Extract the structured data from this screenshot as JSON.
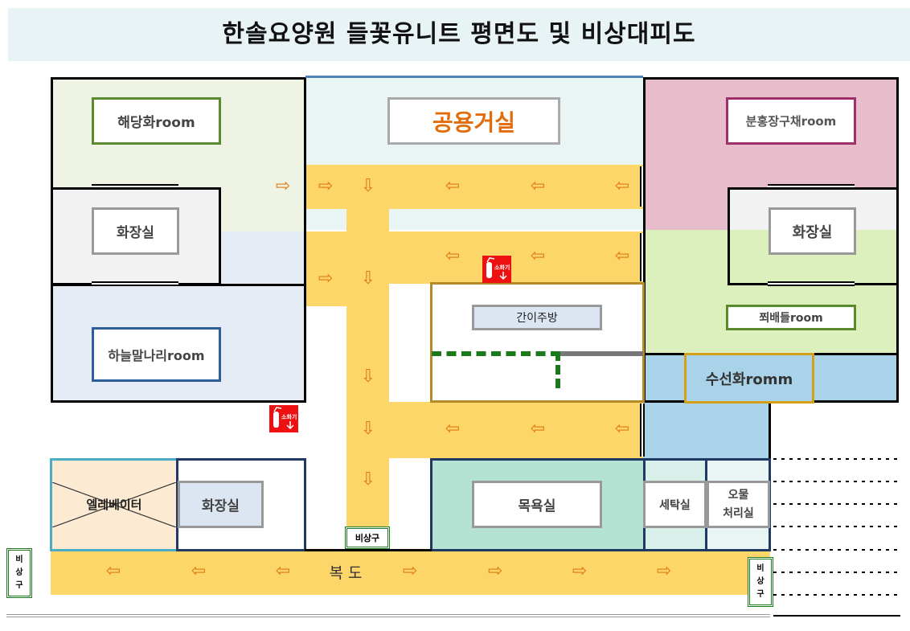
{
  "title": "한솔요양원 들꽃유니트 평면도 및 비상대피도",
  "rooms": {
    "haedanghwa": "해당화room",
    "common_hall": "공용거실",
    "bunhong": "분홍장구채room",
    "toilet_left": "화장실",
    "toilet_right": "화장실",
    "haneul": "하늘말나리room",
    "jjokbaedeul": "쬐배들room",
    "kitchen": "간이주방",
    "suseonhwa": "수선화romm",
    "elevator": "엘레베이터",
    "toilet_bottom": "화장실",
    "bath": "목욕실",
    "laundry": "세탁실",
    "waste_line1": "오물",
    "waste_line2": "처리실"
  },
  "corridor_label": "복 도",
  "exits": {
    "center": "비상구",
    "left": [
      "비",
      "상",
      "구"
    ],
    "right": [
      "비",
      "상",
      "구"
    ]
  },
  "extinguisher_label": "소화기",
  "icons": {
    "arrow_right": "⇨",
    "arrow_left": "⇦",
    "arrow_down": "⇩"
  },
  "colors": {
    "corridor": "#fdd66a",
    "arrow": "#e07a10",
    "exit_border": "#1f7a1f",
    "common_hall_text": "#e36c0a"
  }
}
